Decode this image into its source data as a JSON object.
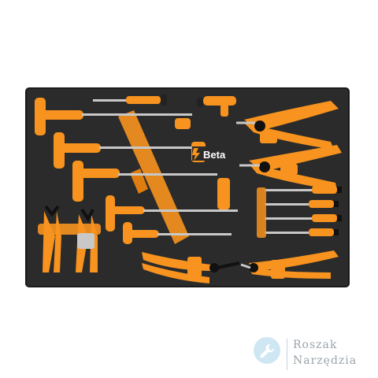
{
  "photo": {
    "subject": "tool-tray",
    "colors": {
      "foam": "#2b2b2b",
      "orange": "#f7931e",
      "steel": "#c8c8c8",
      "black": "#111111"
    }
  },
  "brand_logo": {
    "text": "Beta"
  },
  "watermark": {
    "line1": "Roszak",
    "line2": "Narzędzia",
    "icon": "wrench-icon"
  }
}
